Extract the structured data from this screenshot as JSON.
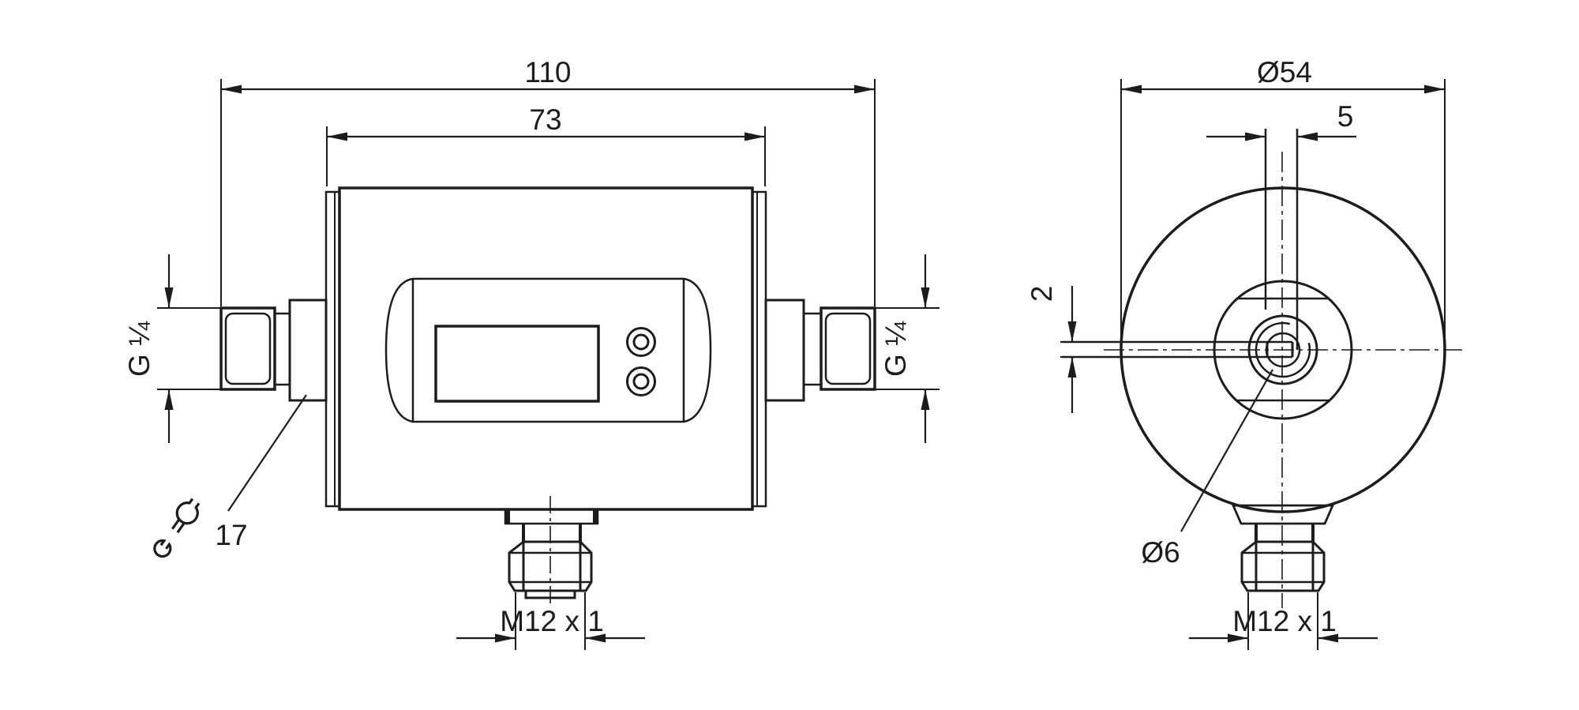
{
  "colors": {
    "line": "#1c1c1c",
    "background": "#ffffff"
  },
  "side_view": {
    "overall_length": "110",
    "body_length": "73",
    "process_connection_left": "G ¼",
    "process_connection_right": "G ¼",
    "wrench_size": "17",
    "electrical_connection": "M12 x 1"
  },
  "front_view": {
    "housing_diameter": "Ø54",
    "tab_width": "5",
    "paddle_thickness": "2",
    "bore_diameter": "Ø6",
    "electrical_connection": "M12 x 1"
  }
}
